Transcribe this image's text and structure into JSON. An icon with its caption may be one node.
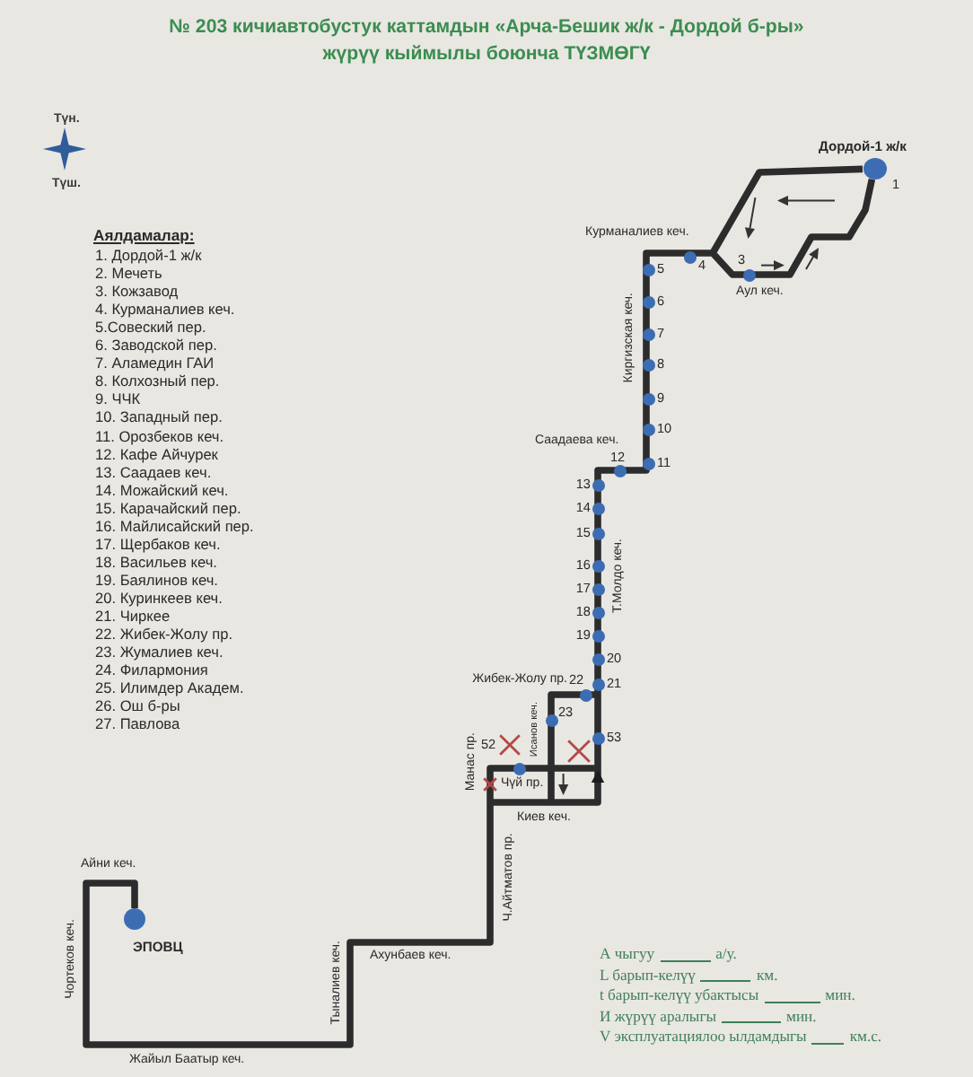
{
  "diagram": {
    "title": "№ 203 кичиавтобустук каттамдын «Арча-Бешик ж/к - Дордой б-ры» жүрүү кыймылы боюнча ТҮЗМӨГҮ",
    "nodes": [
      {
        "text": [],
        "shape": "circle",
        "beside": [
          "Дордой-1 ж/к",
          "1"
        ]
      },
      {
        "text": [],
        "shape": "circle",
        "beside": [
          "ЭПОВЦ"
        ]
      }
    ],
    "edges": [
      {
        "from": 1,
        "to": 0,
        "arrow": "to"
      }
    ],
    "labels": [
      "Түн.",
      "Түш.",
      "Аялдамалар:",
      "1. Дордой-1 ж/к",
      "2. Мечеть",
      "3. Кожзавод",
      "4. Курманалиев кеч.",
      "5.Совеский пер.",
      "6. Заводской пер.",
      "7. Аламедин ГАИ",
      "8. Колхозный пер.",
      "9. ЧЧК",
      "10. Западный пер.",
      "11. Орозбеков кеч.",
      "12. Кафе Айчурек",
      "13. Саадаев кеч.",
      "14. Можайский кеч.",
      "15. Карачайский пер.",
      "16. Майлисайский пер.",
      "17. Щербаков кеч.",
      "18. Васильев кеч.",
      "19. Баялинов кеч.",
      "20. Куринкеев кеч.",
      "21. Чиркее",
      "22. Жибек-Жолу пр.",
      "23. Жумалиев кеч.",
      "24. Филармония",
      "25. Илимдер Академ.",
      "26. Ош б-ры",
      "27. Павлова",
      "Курманалиев кеч.",
      "3",
      "4",
      "5",
      "Аул кеч.",
      "6",
      "Киргизская кеч.",
      "7",
      "8",
      "9",
      "10",
      "Саадаева кеч.",
      "12",
      "11",
      "13",
      "14",
      "15",
      "16",
      "17",
      "Т.Молдо кеч.",
      "18",
      "19",
      "20",
      "Жибек-Жолу пр.",
      "22",
      "21",
      "23",
      "Исанов кеч.",
      "53",
      "52",
      "Манас пр.",
      "Чүй пр.",
      "Киев кеч.",
      "Ч.Айтматов пр.",
      "Айни кеч.",
      "Чортеков кеч.",
      "Тыналиев кеч.",
      "Ахунбаев кеч.",
      "А чыгуу",
      "а/у.",
      "L барып-келүү",
      "км.",
      "t барып-келүү убактысы",
      "мин.",
      "И жүрүү аралыгы",
      "мин.",
      "V эксплуатациялоо ылдамдыгы",
      "км.с.",
      "Жайыл Баатыр кеч."
    ]
  }
}
